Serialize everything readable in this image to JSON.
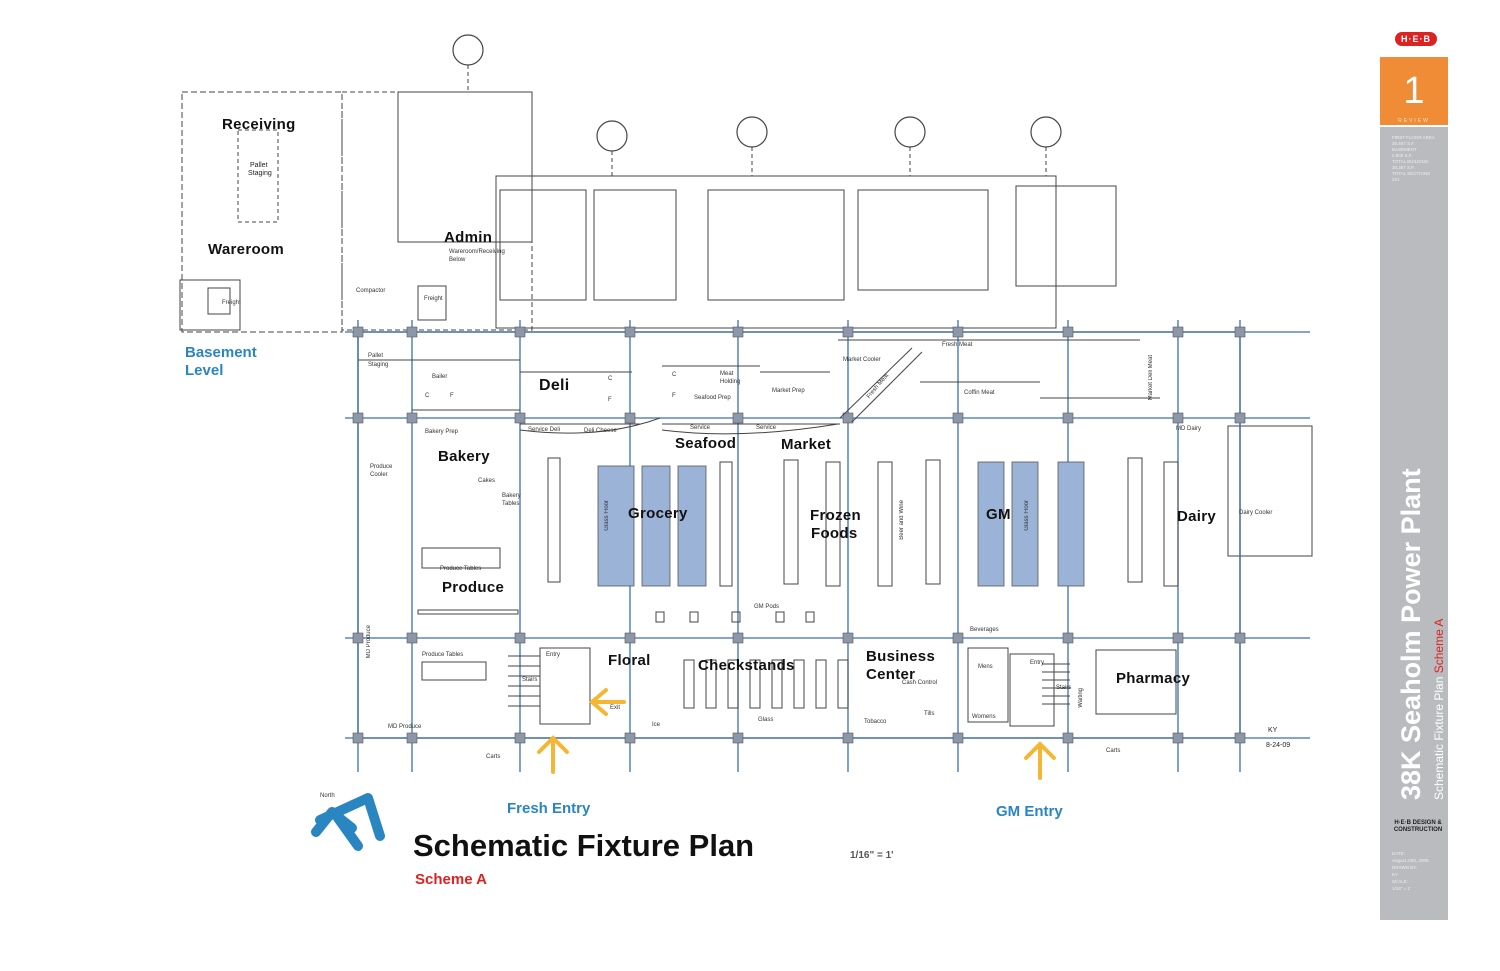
{
  "title": "Schematic  Fixture Plan",
  "scheme": "Scheme A",
  "scale": "1/16\" = 1'",
  "north_label": "North",
  "entries": {
    "fresh": "Fresh Entry",
    "gm": "GM Entry"
  },
  "basement": {
    "line1": "Basement",
    "line2": "Level"
  },
  "colors": {
    "grid_line": "#3a6fb3",
    "fixture_fill": "#9cb3d8",
    "entry_arrow": "#f5b733",
    "north_arrow": "#2a86c0",
    "accent": "#f08b36",
    "brand_red": "#d22222"
  },
  "rooms_major": {
    "receiving": "Receiving",
    "wareroom": "Wareroom",
    "admin": "Admin",
    "deli": "Deli",
    "bakery": "Bakery",
    "seafood": "Seafood",
    "market": "Market",
    "grocery": "Grocery",
    "frozen1": "Frozen",
    "frozen2": "Foods",
    "gm": "GM",
    "dairy": "Dairy",
    "produce": "Produce",
    "floral": "Floral",
    "checkstands": "Checkstands",
    "business1": "Business",
    "business2": "Center",
    "pharmacy": "Pharmacy"
  },
  "rooms_minor": {
    "pallet_staging_top1": "Pallet",
    "pallet_staging_top2": "Staging",
    "freight_left": "Freight",
    "compactor": "Compactor",
    "freight_mid": "Freight",
    "wareroom_below1": "Wareroom/Receiving",
    "wareroom_below2": "Below",
    "pallet_staging1": "Pallet",
    "pallet_staging2": "Staging",
    "bailer": "Bailer",
    "bakery_prep": "Bakery Prep",
    "produce_cooler1": "Produce",
    "produce_cooler2": "Cooler",
    "cakes": "Cakes",
    "bakery_tables1": "Bakery",
    "bakery_tables2": "Tables",
    "service_deli": "Service Deli",
    "deli_cheese": "Deli Cheese",
    "meat_holding1": "Meat",
    "meat_holding2": "Holding",
    "seafood_prep": "Seafood Prep",
    "market_prep": "Market Prep",
    "market_cooler": "Market Cooler",
    "fresh_meat_diag": "Fresh Meat",
    "fresh_meat": "Fresh Meat",
    "coffin_meat": "Coffin Meat",
    "market_deli_meat": "Market Deli Meat",
    "md_dairy": "MD Dairy",
    "dairy_cooler": "Dairy Cooler",
    "service1": "Service",
    "service2": "Service",
    "glass_floor1": "Glass Floor",
    "beer_wine": "Beer and Wine",
    "glass_floor2": "Glass Floor",
    "gm_pods": "GM Pods",
    "produce_tables1": "Produce Tables",
    "produce_tables2": "Produce Tables",
    "md_produce_v": "MD Produce",
    "md_produce_h": "MD Produce",
    "carts1": "Carts",
    "carts2": "Carts",
    "entry1": "Entry",
    "stairs1": "Stairs",
    "exit": "Exit",
    "ice": "Ice",
    "glass": "Glass",
    "tobacco": "Tobacco",
    "cash_control": "Cash Control",
    "tills": "Tills",
    "beverages": "Beverages",
    "mens": "Mens",
    "womens": "Womens",
    "entry2": "Entry",
    "stairs2": "Stairs",
    "waiting": "Waiting",
    "initials": "KY",
    "date_note": "8-24-09",
    "c1": "C",
    "f1": "F",
    "c2": "C",
    "f2": "F",
    "c3": "C",
    "f3": "F"
  },
  "title_block": {
    "brand": "H·E·B",
    "sheet_number": "1",
    "sheet_sub": "REVIEW",
    "info": [
      "FIRST FLOOR AREA",
      "35,487 S.F.",
      "BASEMENT",
      "2,800 S.F.",
      "TOTAL BUILDING",
      "38,287 S.F.",
      "TOTAL SECTIONS",
      "221"
    ],
    "project_name": "38K Seaholm Power Plant",
    "project_sub": "Schematic Fixture Plan ",
    "project_scheme": "Scheme A",
    "logo_line1": "H·E·B DESIGN &",
    "logo_line2": "CONSTRUCTION",
    "date_info": [
      "DATE:",
      "August 24th, 2009",
      "DRAWN BY:",
      "KY",
      "SCALE:",
      "1/16\" = 1'"
    ]
  }
}
